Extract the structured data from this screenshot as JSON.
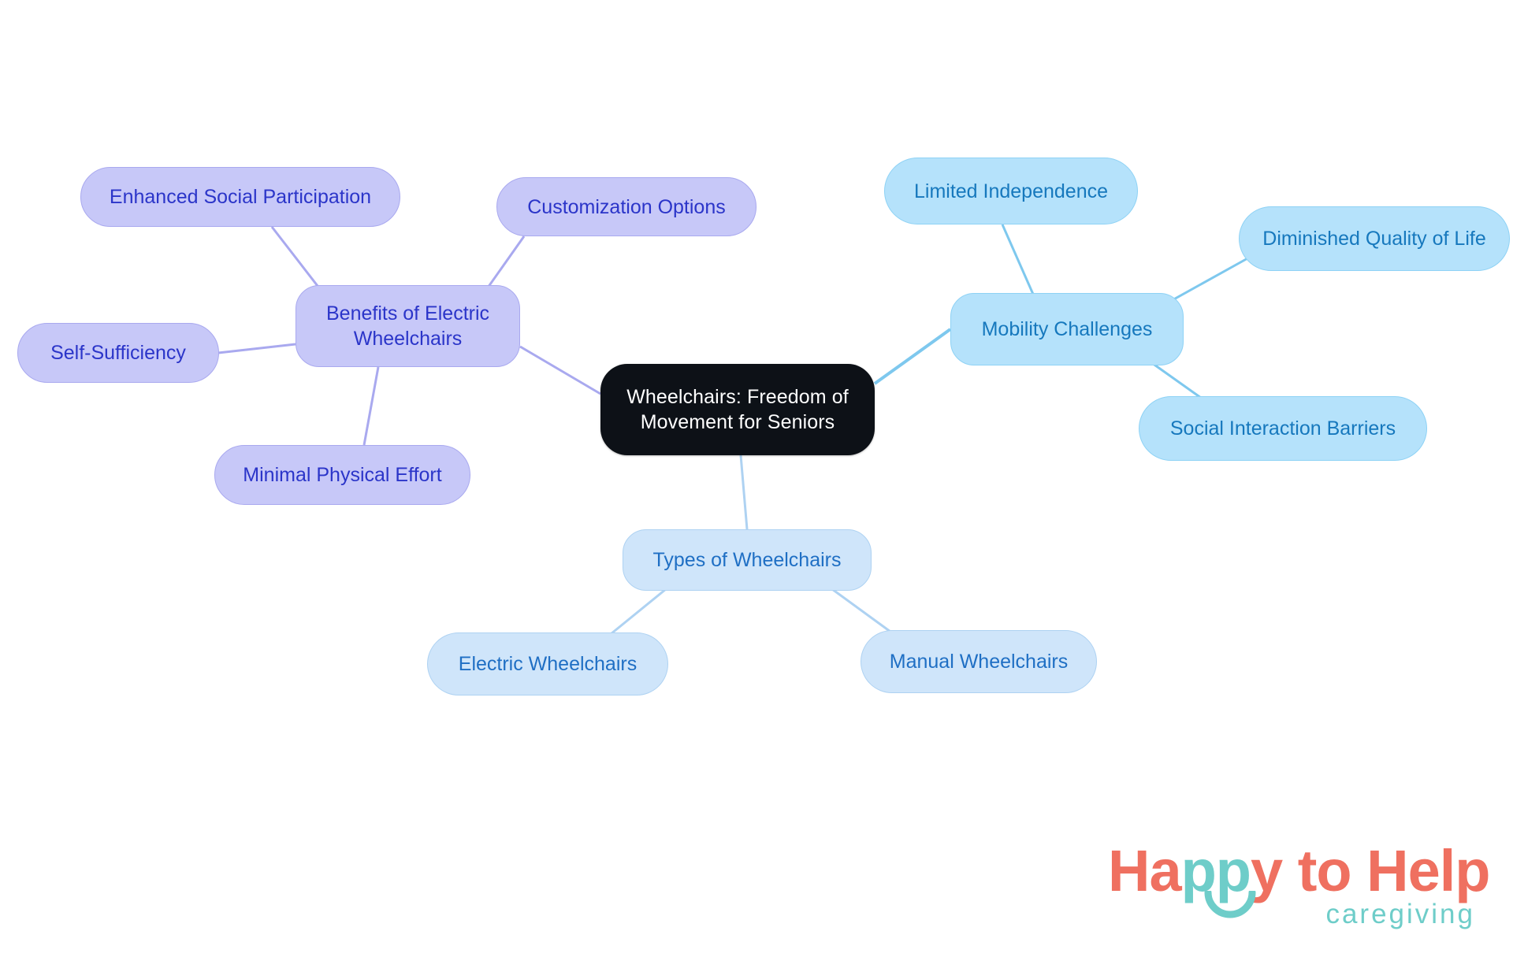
{
  "diagram": {
    "type": "mind-map",
    "root": {
      "id": "root",
      "label": "Wheelchairs: Freedom of\nMovement for Seniors",
      "fill": "#0d1117",
      "text_color": "#ffffff"
    },
    "branches": [
      {
        "id": "benefits",
        "label": "Benefits of Electric\nWheelchairs",
        "fill": "#c7c8f8",
        "text_color": "#2b35c9",
        "children": [
          {
            "id": "enhanced-social-participation",
            "label": "Enhanced Social Participation"
          },
          {
            "id": "customization-options",
            "label": "Customization Options"
          },
          {
            "id": "self-sufficiency",
            "label": "Self-Sufficiency"
          },
          {
            "id": "minimal-physical-effort",
            "label": "Minimal Physical Effort"
          }
        ]
      },
      {
        "id": "mobility-challenges",
        "label": "Mobility Challenges",
        "fill": "#b5e2fb",
        "text_color": "#1678bd",
        "children": [
          {
            "id": "limited-independence",
            "label": "Limited Independence"
          },
          {
            "id": "diminished-quality-of-life",
            "label": "Diminished Quality of Life"
          },
          {
            "id": "social-interaction-barriers",
            "label": "Social Interaction Barriers"
          }
        ]
      },
      {
        "id": "types-of-wheelchairs",
        "label": "Types of Wheelchairs",
        "fill": "#cfe5fa",
        "text_color": "#1f6fc4",
        "children": [
          {
            "id": "electric-wheelchairs",
            "label": "Electric Wheelchairs"
          },
          {
            "id": "manual-wheelchairs",
            "label": "Manual Wheelchairs"
          }
        ]
      }
    ]
  },
  "nodes": {
    "root": "Wheelchairs: Freedom of\nMovement for Seniors",
    "benefits": "Benefits of Electric\nWheelchairs",
    "enhanced_social_participation": "Enhanced Social Participation",
    "customization_options": "Customization Options",
    "self_sufficiency": "Self-Sufficiency",
    "minimal_physical_effort": "Minimal Physical Effort",
    "mobility_challenges": "Mobility Challenges",
    "limited_independence": "Limited Independence",
    "diminished_quality_of_life": "Diminished Quality of Life",
    "social_interaction_barriers": "Social Interaction Barriers",
    "types_of_wheelchairs": "Types of Wheelchairs",
    "electric_wheelchairs": "Electric Wheelchairs",
    "manual_wheelchairs": "Manual Wheelchairs"
  },
  "logo": {
    "part1": "Ha",
    "part2": "pp",
    "part3": "y",
    "part4": " to H",
    "part5": "el",
    "part6": "p",
    "subtitle": "caregiving",
    "coral": "#ef7060",
    "teal": "#6ecdc9"
  },
  "colors": {
    "background": "#ffffff",
    "purple_fill": "#c7c8f8",
    "purple_stroke": "#a9a9ef",
    "purple_text": "#2b35c9",
    "blue_fill": "#b5e2fb",
    "blue_stroke": "#8ed2f5",
    "blue_text": "#1678bd",
    "pale_blue_fill": "#cfe5fa",
    "pale_blue_stroke": "#aed2f2",
    "pale_blue_text": "#1f6fc4",
    "root_fill": "#0d1117"
  }
}
